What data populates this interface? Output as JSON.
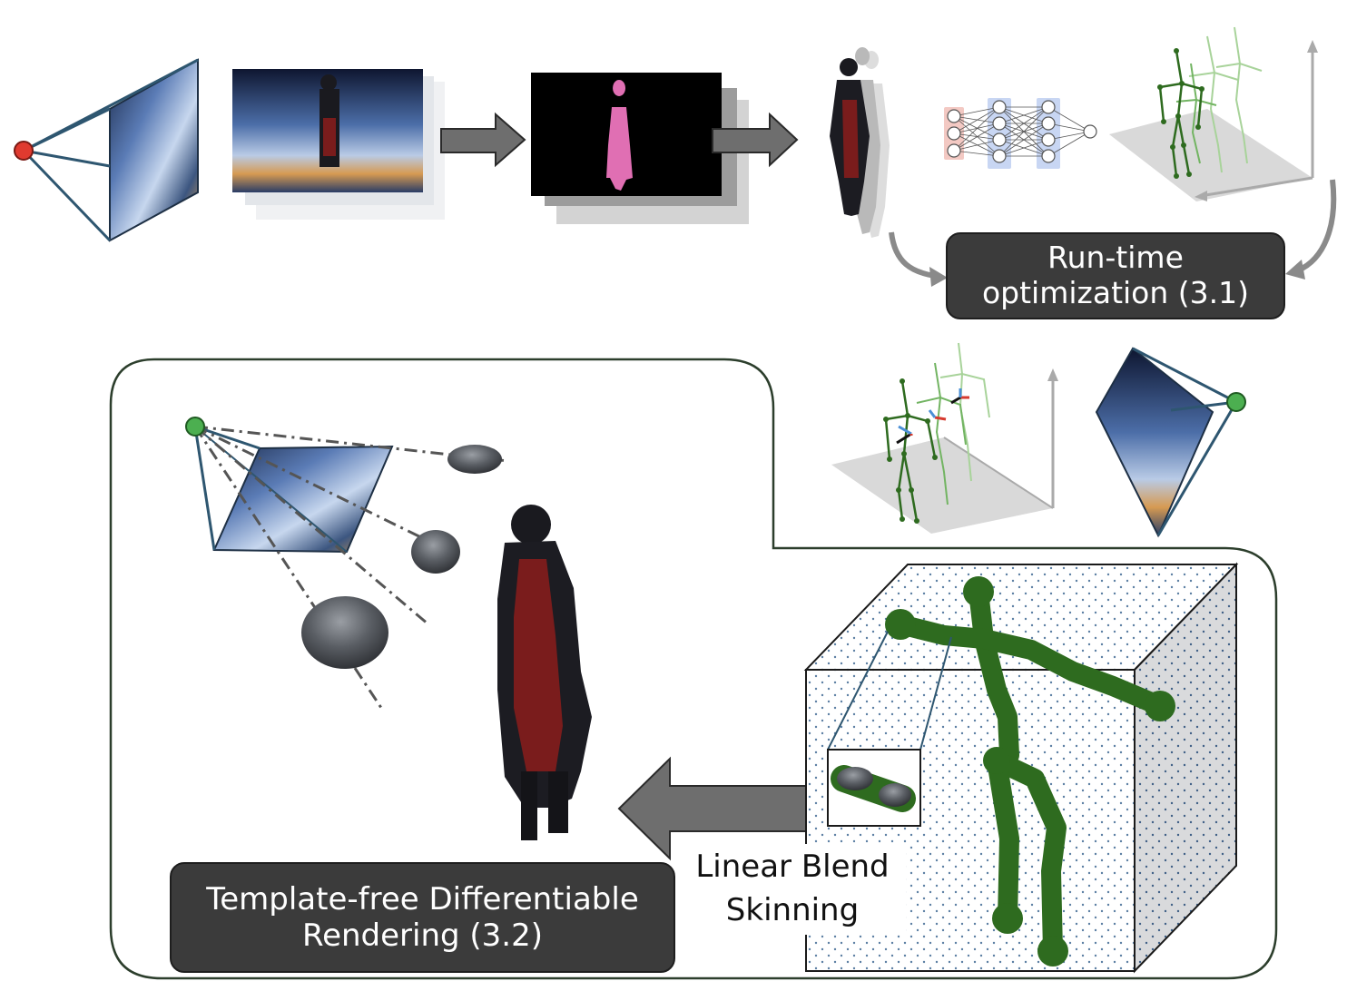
{
  "boxes": {
    "runtime_optimization": {
      "line1": "Run-time",
      "line2": "optimization (3.1)"
    },
    "template_free_rendering": {
      "line1": "Template-free Differentiable",
      "line2": "Rendering (3.2)"
    },
    "linear_blend_skinning": {
      "line1": "Linear Blend",
      "line2": "Skinning"
    }
  },
  "colors": {
    "camera_input": "#e03a2f",
    "camera_render": "#4caf50",
    "skeleton": "#2e6b1f",
    "frame_outline": "#2c3e2c",
    "arrow_gray": "#6e6e6e",
    "box_dark": "#3b3b3b",
    "silhouette_pink": "#e06fb3",
    "mlp_red": "#f3c9c3",
    "mlp_blue": "#c8d6f3"
  },
  "icons": [
    "camera-icon",
    "video-frames-icon",
    "mask-frames-icon",
    "person-cutout-icon",
    "mlp-network-icon",
    "skeleton-sequence-icon",
    "gaussian-splat-icon",
    "bounding-volume-icon"
  ]
}
